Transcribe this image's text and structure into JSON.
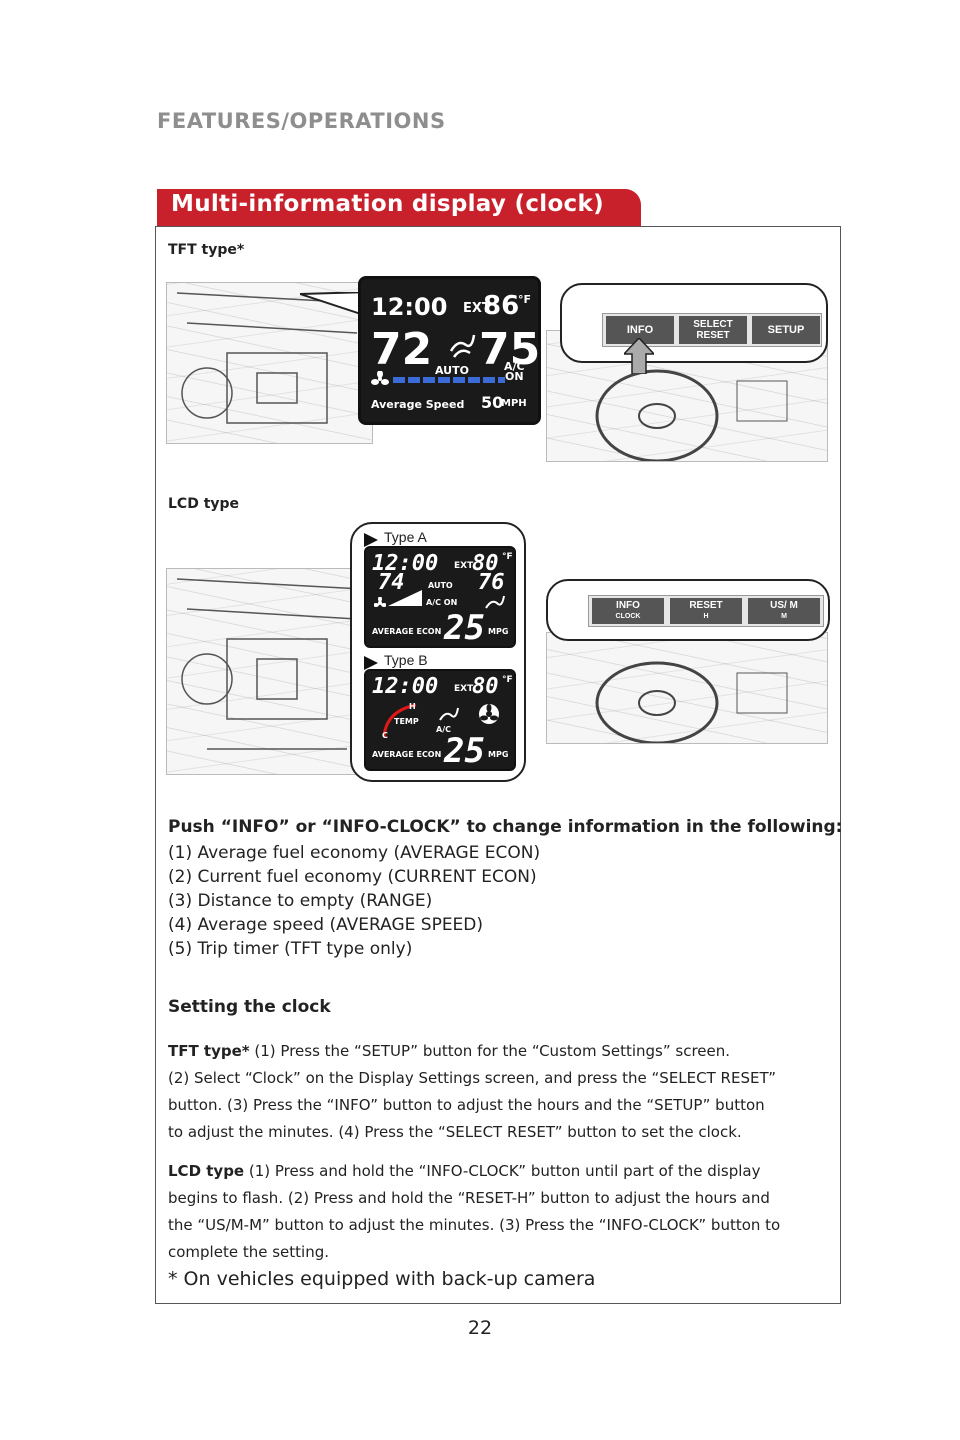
{
  "header": {
    "section": "FEATURES/OPERATIONS"
  },
  "title": "Multi-information display (clock)",
  "tft": {
    "label": "TFT type*",
    "screen": {
      "time": "12:00",
      "ext_label": "EXT",
      "outside_temp": "86",
      "temp_unit": "°F",
      "left_temp": "72",
      "right_temp": "75",
      "auto": "AUTO",
      "ac_line1": "A/C",
      "ac_line2": "ON",
      "info_label": "Average Speed",
      "info_value": "50",
      "info_unit": "MPH"
    },
    "buttons": {
      "info": "INFO",
      "select": "SELECT",
      "reset": "RESET",
      "setup": "SETUP"
    }
  },
  "lcd": {
    "label": "LCD type",
    "type_a": {
      "label": "Type A",
      "time": "12:00",
      "ext_label": "EXT",
      "outside_temp": "80",
      "temp_unit": "°F",
      "left_temp": "74",
      "right_temp": "76",
      "auto": "AUTO",
      "ac_on": "A/C ON",
      "econ_label": "AVERAGE ECON",
      "econ_value": "25",
      "econ_unit": "MPG"
    },
    "type_b": {
      "label": "Type B",
      "time": "12:00",
      "ext_label": "EXT",
      "outside_temp": "80",
      "temp_unit": "°F",
      "temp_label": "TEMP",
      "h": "H",
      "c": "C",
      "ac": "A/C",
      "econ_label": "AVERAGE ECON",
      "econ_value": "25",
      "econ_unit": "MPG"
    },
    "buttons": {
      "info": "INFO",
      "clock": "CLOCK",
      "reset": "RESET",
      "h": "H",
      "usm": "US/ M",
      "m": "M"
    }
  },
  "push_heading": "Push “INFO” or “INFO-CLOCK” to change information in the following:",
  "push_items": [
    "(1) Average fuel economy (AVERAGE ECON)",
    "(2) Current fuel economy (CURRENT ECON)",
    "(3) Distance to empty (RANGE)",
    "(4) Average speed (AVERAGE SPEED)",
    "(5) Trip timer (TFT type only)"
  ],
  "setting_heading": "Setting the clock",
  "tft_instructions": {
    "lead": "TFT type*",
    "lines": [
      " (1) Press the “SETUP” button for the “Custom Settings” screen.",
      "(2) Select “Clock” on the Display Settings screen, and press the “SELECT RESET”",
      "button. (3) Press the “INFO” button to adjust the hours and the “SETUP” button",
      "to adjust the minutes. (4) Press the “SELECT RESET” button to set the clock."
    ]
  },
  "lcd_instructions": {
    "lead": "LCD type",
    "lines": [
      " (1) Press and hold the “INFO-CLOCK” button until part of the display",
      "begins to flash. (2) Press and hold the “RESET-H” button to adjust the hours and",
      "the “US/M-M” button to adjust the minutes. (3) Press the “INFO-CLOCK” button to",
      "complete the setting."
    ]
  },
  "footnote": "* On vehicles equipped with back-up camera",
  "page_number": "22",
  "colors": {
    "title_bar": "#c8212b",
    "header_gray": "#8e8e8e",
    "fan_bar": "#3a6bd6",
    "accent_red": "#e01818"
  }
}
